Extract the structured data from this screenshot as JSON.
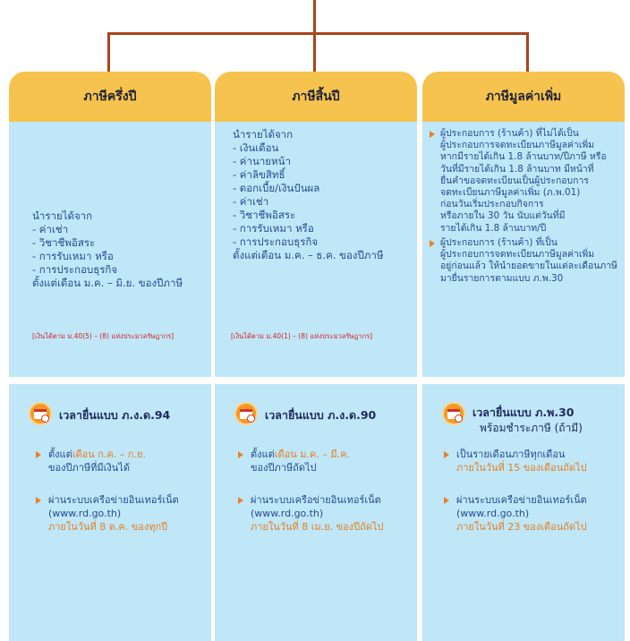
{
  "columns": [
    {
      "header": "ภาษีครึ่งปี",
      "income_title": "นำรายได้จาก",
      "income_items": [
        "- ค่าเช่า",
        "- วิชาชีพอิสระ",
        "- การรับเหมา หรือ",
        "- การประกอบธุรกิจ"
      ],
      "period": "ตั้งแต่เดือน ม.ค. – มิ.ย. ของปีภาษี",
      "legal": "[เงินได้ตาม ม.40(5) – (8) แห่งประมวลรัษฎากร]",
      "deadline_title": "เวลายื่นแบบ ภ.ง.ด.94",
      "deadline_subtitle": "",
      "items": [
        {
          "pre": "ตั้งแต่",
          "hl": "เดือน ก.ค. – ก.ย.",
          "rest": "",
          "line2": "ของปีภาษีที่มีเงินได้",
          "line3": ""
        },
        {
          "pre": "ผ่านระบบเครือข่ายอินเทอร์เน็ต",
          "hl": "",
          "rest": "",
          "line2": "(www.rd.go.th)",
          "line3": "ภายในวันที่ 8 ต.ค. ของทุกปี"
        }
      ]
    },
    {
      "header": "ภาษีสิ้นปี",
      "income_title": "นำรายได้จาก",
      "income_items": [
        "- เงินเดือน",
        "- ค่านายหน้า",
        "- ค่าลิขสิทธิ์",
        "- ดอกเบี้ย/เงินปันผล",
        "- ค่าเช่า",
        "- วิชาชีพอิสระ",
        "- การรับเหมา หรือ",
        "- การประกอบธุรกิจ"
      ],
      "period": "ตั้งแต่เดือน ม.ค. – ธ.ค. ของปีภาษี",
      "legal": "[เงินได้ตาม ม.40(1) – (8) แห่งประมวลรัษฎากร]",
      "deadline_title": "เวลายื่นแบบ ภ.ง.ด.90",
      "deadline_subtitle": "",
      "items": [
        {
          "pre": "ตั้งแต่",
          "hl": "เดือน ม.ค. – มี.ค.",
          "rest": "",
          "line2": "ของปีภาษีถัดไป",
          "line3": ""
        },
        {
          "pre": "ผ่านระบบเครือข่ายอินเทอร์เน็ต",
          "hl": "",
          "rest": "",
          "line2": "(www.rd.go.th)",
          "line3": "ภายในวันที่ 8 เม.ย. ของปีถัดไป"
        }
      ]
    },
    {
      "header": "ภาษีมูลค่าเพิ่ม",
      "vat_points": [
        [
          "ผู้ประกอบการ (ร้านค้า) ที่ไม่ได้เป็น",
          "ผู้ประกอบการจดทะเบียนภาษีมูลค่าเพิ่ม",
          "หากมีรายได้เกิน 1.8 ล้านบาท/ปีภาษี หรือ",
          "วันที่มีรายได้เกิน 1.8 ล้านบาท มีหน้าที่",
          "ยื่นคำขอจดทะเบียนเป็นผู้ประกอบการ",
          "จดทะเบียนภาษีมูลค่าเพิ่ม (ภ.พ.01)",
          "ก่อนวันเริ่มประกอบกิจการ",
          "หรือภายใน 30 วัน นับแต่วันที่มี",
          "รายได้เกิน 1.8 ล้านบาท/ปี"
        ],
        [
          "ผู้ประกอบการ (ร้านค้า) ที่เป็น",
          "ผู้ประกอบการจดทะเบียนภาษีมูลค่าเพิ่ม",
          "อยู่ก่อนแล้ว ให้นำยอดขายในแต่ละเดือนภาษี",
          "มายื่นรายการตามแบบ ภ.พ.30"
        ]
      ],
      "deadline_title": "เวลายื่นแบบ ภ.พ.30",
      "deadline_subtitle": "พร้อมชำระภาษี (ถ้ามี)",
      "items": [
        {
          "pre": "เป็นรายเดือนภาษีทุกเดือน",
          "hl": "",
          "rest": "",
          "line2": "",
          "line2_hl": "ภายในวันที่ 15 ของเดือนถัดไป",
          "line3": ""
        },
        {
          "pre": "ผ่านระบบเครือข่ายอินเทอร์เน็ต",
          "hl": "",
          "rest": "",
          "line2": "(www.rd.go.th)",
          "line3": "ภายในวันที่ 23 ของเดือนถัดไป"
        }
      ]
    }
  ],
  "colors": {
    "header": "#f6c34e",
    "panel": "#bfe7f8",
    "connector": "#a8441c",
    "highlight": "#e57e22",
    "legal": "#d62027"
  },
  "icons": [
    "calendar-clock-icon",
    "bullet-triangle-icon"
  ]
}
